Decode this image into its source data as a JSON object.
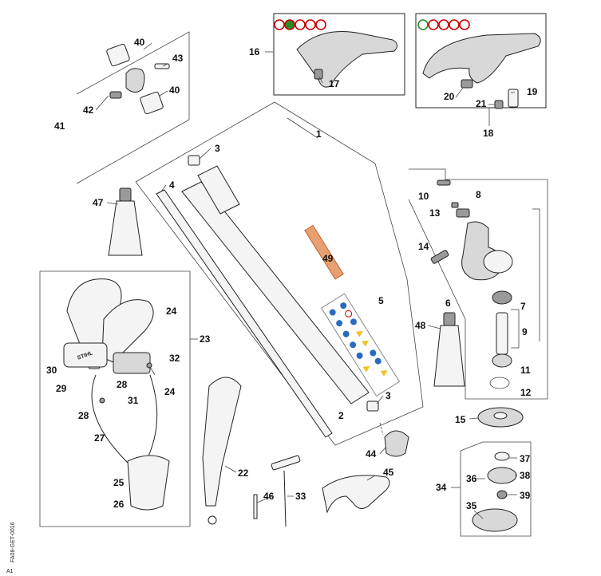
{
  "labels": {
    "p1": "1",
    "p2": "2",
    "p3a": "3",
    "p3b": "3",
    "p4": "4",
    "p5": "5",
    "p6": "6",
    "p7": "7",
    "p8": "8",
    "p9": "9",
    "p10": "10",
    "p11": "11",
    "p12": "12",
    "p13": "13",
    "p14": "14",
    "p15": "15",
    "p16": "16",
    "p17": "17",
    "p18": "18",
    "p19": "19",
    "p20": "20",
    "p21": "21",
    "p22": "22",
    "p23": "23",
    "p24a": "24",
    "p24b": "24",
    "p25": "25",
    "p26": "26",
    "p27": "27",
    "p28a": "28",
    "p28b": "28",
    "p29": "29",
    "p30": "30",
    "p31": "31",
    "p32": "32",
    "p33": "33",
    "p34": "34",
    "p35": "35",
    "p36": "36",
    "p37": "37",
    "p38": "38",
    "p39": "39",
    "p40a": "40",
    "p40b": "40",
    "p41": "41",
    "p42": "42",
    "p43": "43",
    "p44": "44",
    "p45": "45",
    "p46": "46",
    "p47": "47",
    "p48": "48",
    "p49": "49"
  },
  "harness_brand": "STIHL",
  "drawing_code": "FA08-GET-0016",
  "corner_mark": "A1"
}
